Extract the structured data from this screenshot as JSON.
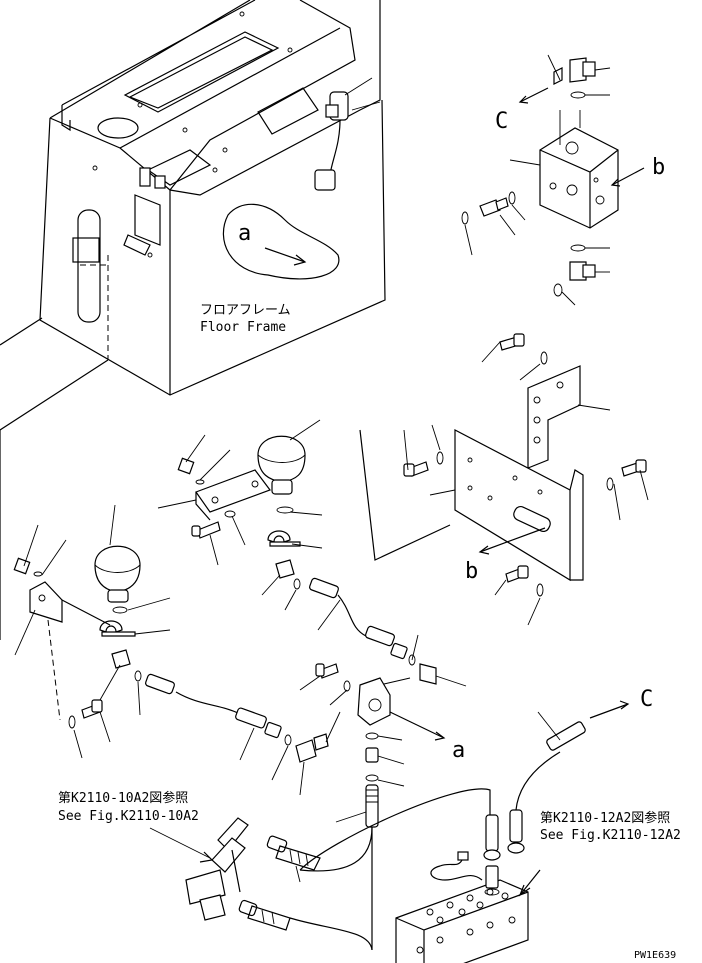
{
  "labels": {
    "floor_frame_jp": "フロアフレーム",
    "floor_frame_en": "Floor Frame",
    "ref1_jp": "第K2110-10A2図参照",
    "ref1_en": "See Fig.K2110-10A2",
    "ref2_jp": "第K2110-12A2図参照",
    "ref2_en": "See Fig.K2110-12A2",
    "view_a": "a",
    "view_b": "b",
    "view_c": "C",
    "drawing_code": "PW1E639"
  }
}
